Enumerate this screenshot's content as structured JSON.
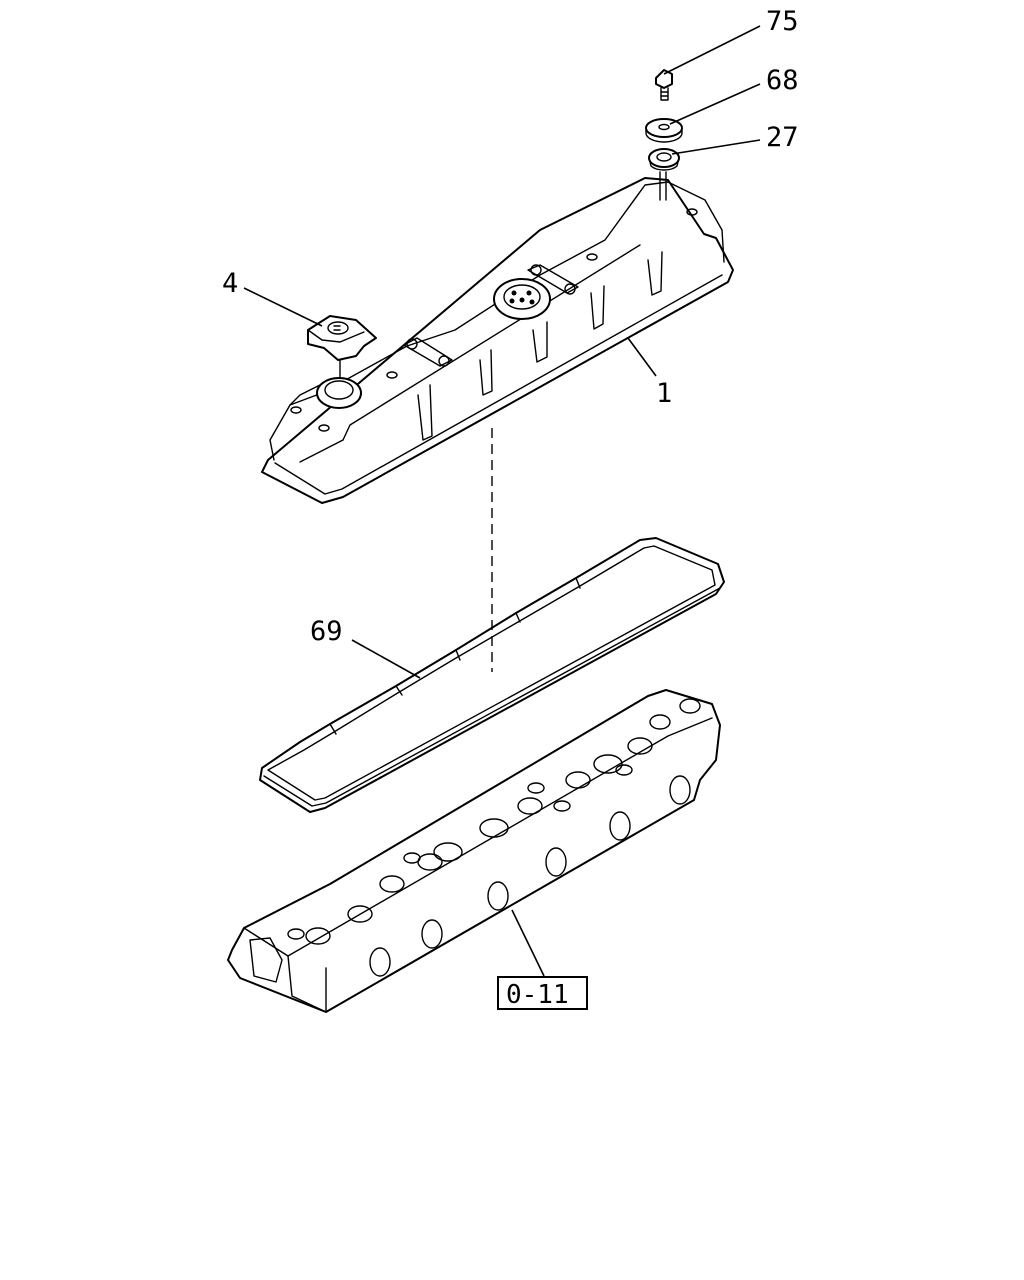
{
  "callouts": [
    {
      "id": "75",
      "label": "75"
    },
    {
      "id": "68",
      "label": "68"
    },
    {
      "id": "27",
      "label": "27"
    },
    {
      "id": "4",
      "label": "4"
    },
    {
      "id": "1",
      "label": "1"
    },
    {
      "id": "69",
      "label": "69"
    }
  ],
  "reference": {
    "label": "0-11"
  }
}
